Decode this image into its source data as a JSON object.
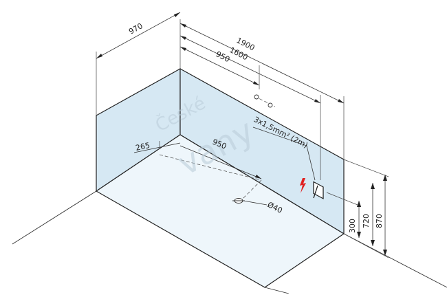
{
  "dimensions": {
    "depth": "970",
    "total_length": "1900",
    "wall_length": "1600",
    "socket_offset": "950",
    "drain_offset": "950",
    "drain_from_wall": "265",
    "drain_diameter": "Ø40",
    "height_300": "300",
    "height_720": "720",
    "height_870": "870",
    "cable_label": "3x1,5mm² (2m)"
  },
  "watermark": {
    "line1": "České",
    "line2": "vany"
  },
  "icons": {
    "power": "lightning-bolt-icon"
  },
  "colors": {
    "wall_fill": "#d6e8f3",
    "floor_fill": "#eef6fb",
    "line": "#222222",
    "power_icon": "#e02020"
  }
}
